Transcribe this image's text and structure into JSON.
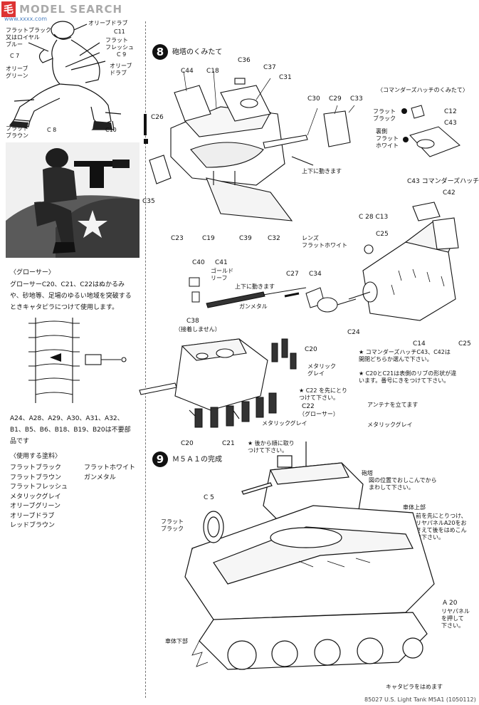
{
  "watermark": {
    "left": "毛",
    "rest": "MODEL SEARCH",
    "url": "www.xxxx.com"
  },
  "figure": {
    "labels": {
      "olive_drab": "オリーブドラブ",
      "flat_black": "フラットブラック",
      "c11": "C11",
      "royal_blue": "又はロイヤル\nブルー",
      "flat_flesh": "フラット\nフレッシュ",
      "c7": "C 7",
      "c9": "C 9",
      "olive_green": "オリーブ\nグリーン",
      "olive_drab2": "オリーブ\nドラブ",
      "flat_brown": "フラット\nブラウン",
      "c8": "C 8",
      "c10": "C10"
    }
  },
  "grouser_note": {
    "heading": "〈グローサー〉",
    "body": "グローサーC20、C21、C22はぬかるみや、砂地等、足場のゆるい地域を突破するときキャタピラにつけて使用します。"
  },
  "unused_parts": "A24、A28、A29、A30、A31、A32、B1、B5、B6、B18、B19、B20は不要部品です",
  "paints": {
    "heading": "〈使用する塗料〉",
    "left": [
      "フラットブラック",
      "フラットブラウン",
      "フラットフレッシュ",
      "メタリックグレイ",
      "オリーブグリーン",
      "オリーブドラブ",
      "レッドブラウン"
    ],
    "right": [
      "フラットホワイト",
      "ガンメタル"
    ]
  },
  "step8": {
    "number": "8",
    "title": "砲塔のくみたて",
    "parts": {
      "c44": "C44",
      "c18": "C18",
      "c36": "C36",
      "c37": "C37",
      "c31": "C31",
      "c26": "C26",
      "c30": "C30",
      "c29": "C29",
      "c33": "C33",
      "c35": "C35",
      "c23": "C23",
      "c19": "C19",
      "c39": "C39",
      "c32": "C32",
      "c12": "C12",
      "c43": "C43",
      "c42": "C42",
      "c28c13": "C 28 C13",
      "c25a": "C25",
      "c40": "C40",
      "c41": "C41",
      "c27": "C27",
      "c34": "C34",
      "c24": "C24",
      "c14": "C14",
      "c25b": "C25",
      "c38": "C38",
      "c20a": "C20",
      "c22": "C22",
      "c20b": "C20",
      "c21": "C21"
    },
    "notes": {
      "moves": "上下に動きます",
      "moves2": "上下に動きます",
      "cmd_hatch_title": "〈コマンダーズハッチのくみたて〉",
      "flat_black": "フラット\nブラック",
      "back_white": "裏側\nフラット\nホワイト",
      "c43_cmd": "C43 コマンダーズハッチ",
      "lens": "レンズ\nフラットホワイト",
      "gold_leaf": "ゴールド\nリーフ",
      "gunmetal": "ガンメタル",
      "no_glue": "（接着しません）",
      "metallic_gray": "メタリック\nグレイ",
      "c22_first": "★ C22 を先にとり\nつけて下さい。",
      "grouser_tag": "（グローサー）",
      "metallic_gray2": "メタリックグレイ",
      "rear_first": "★ 後から順に取り\nつけて下さい。",
      "star_cmd": "★ コマンダーズハッチC43、C42は\n開閉どちらか選んで下さい。",
      "star_rib": "★ C20とC21は表側のリブの形状が違\nいます。番号にきをつけて下さい。"
    }
  },
  "step9": {
    "number": "9",
    "title": "Ｍ５Ａ１の完成",
    "notes": {
      "antenna": "アンテナを立てます",
      "metallic_gray": "メタリックグレイ",
      "turret": "砲塔",
      "turret_body": "図の位置でおしこんでから\nまわして下さい。",
      "c5": "C 5",
      "flat_black": "フラット\nブラック",
      "upper_hull": "車体上部",
      "upper_hull_body": "前を先にとりつけ、\nリヤパネルA20をお\nさえて後をはめこん\nで下さい。",
      "a20": "A 20",
      "rear_panel": "リヤパネル\nを押して\n下さい。",
      "lower_hull": "車体下部",
      "track": "キャタピラをはめます"
    }
  },
  "footer": "85027 U.S. Light Tank M5A1 (1050112)"
}
